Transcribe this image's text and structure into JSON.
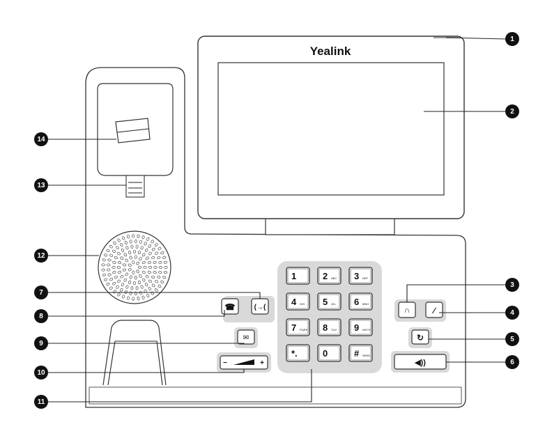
{
  "brand": "Yealink",
  "keypad": [
    {
      "digit": "1",
      "letters": ""
    },
    {
      "digit": "2",
      "letters": "ABC"
    },
    {
      "digit": "3",
      "letters": "DEF"
    },
    {
      "digit": "4",
      "letters": "GHI"
    },
    {
      "digit": "5",
      "letters": "JKL"
    },
    {
      "digit": "6",
      "letters": "MNO"
    },
    {
      "digit": "7",
      "letters": "PQRS"
    },
    {
      "digit": "8",
      "letters": "TUV"
    },
    {
      "digit": "9",
      "letters": "WXYZ"
    },
    {
      "digit": "*.",
      "letters": ""
    },
    {
      "digit": "0",
      "letters": ""
    },
    {
      "digit": "#",
      "letters": "SEND"
    }
  ],
  "volume": {
    "minus": "−",
    "plus": "+"
  },
  "callouts": [
    "1",
    "2",
    "3",
    "4",
    "5",
    "6",
    "7",
    "8",
    "9",
    "10",
    "11",
    "12",
    "13",
    "14"
  ]
}
